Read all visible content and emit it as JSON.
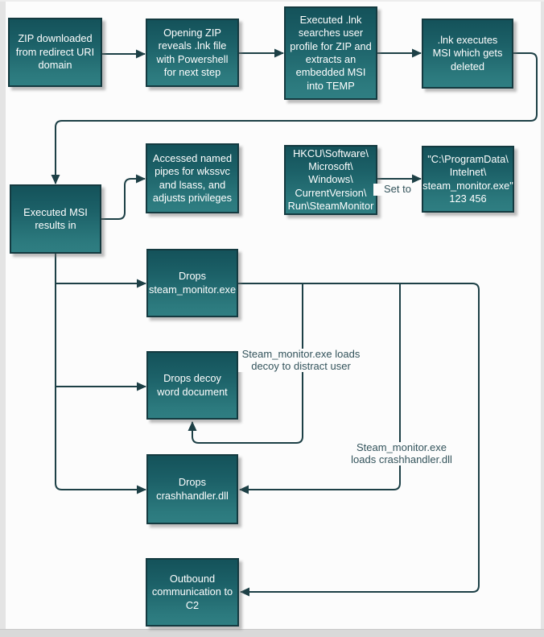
{
  "diagram": {
    "title": "malware-infection-flowchart",
    "colors": {
      "node_fill_top": "#14525a",
      "node_fill_bottom": "#2f7e82",
      "node_border": "#143a40",
      "node_text": "#ffffff",
      "connector": "#1d4046",
      "annotation_text": "#33535b",
      "page_background": "#fcfcfc",
      "frame_strip": "#e4e4e4"
    },
    "nodes": [
      {
        "id": "zip-downloaded",
        "label": "ZIP downloaded from redirect URI domain"
      },
      {
        "id": "opening-zip",
        "label": "Opening ZIP reveals .lnk file with Powershell for next step"
      },
      {
        "id": "executed-lnk",
        "label": "Executed .lnk searches user profile for ZIP and extracts an embedded MSI into TEMP"
      },
      {
        "id": "lnk-executes-msi",
        "label": ".lnk executes MSI which gets deleted"
      },
      {
        "id": "executed-msi-results",
        "label": "Executed MSI results in"
      },
      {
        "id": "accessed-named-pipes",
        "label": "Accessed named pipes for wkssvc and lsass, and adjusts privileges"
      },
      {
        "id": "registry-run-key",
        "label": "HKCU\\Software\\\nMicrosoft\\\nWindows\\\nCurrentVersion\\\nRun\\SteamMonitor"
      },
      {
        "id": "registry-run-value",
        "label": "\"C:\\ProgramData\\\nIntelnet\\\nsteam_monitor.exe\"\n123 456"
      },
      {
        "id": "drops-steam-monitor",
        "label": "Drops steam_monitor.exe"
      },
      {
        "id": "drops-decoy-word-doc",
        "label": "Drops decoy word document"
      },
      {
        "id": "drops-crashhandler",
        "label": "Drops crashhandler.dll"
      },
      {
        "id": "outbound-c2",
        "label": "Outbound communication to C2"
      }
    ],
    "annotations": {
      "set_to": "Set to",
      "decoy_note": "Steam_monitor.exe loads\ndecoy to distract user",
      "crashhandler_note": "Steam_monitor.exe\nloads crashhandler.dll"
    }
  }
}
